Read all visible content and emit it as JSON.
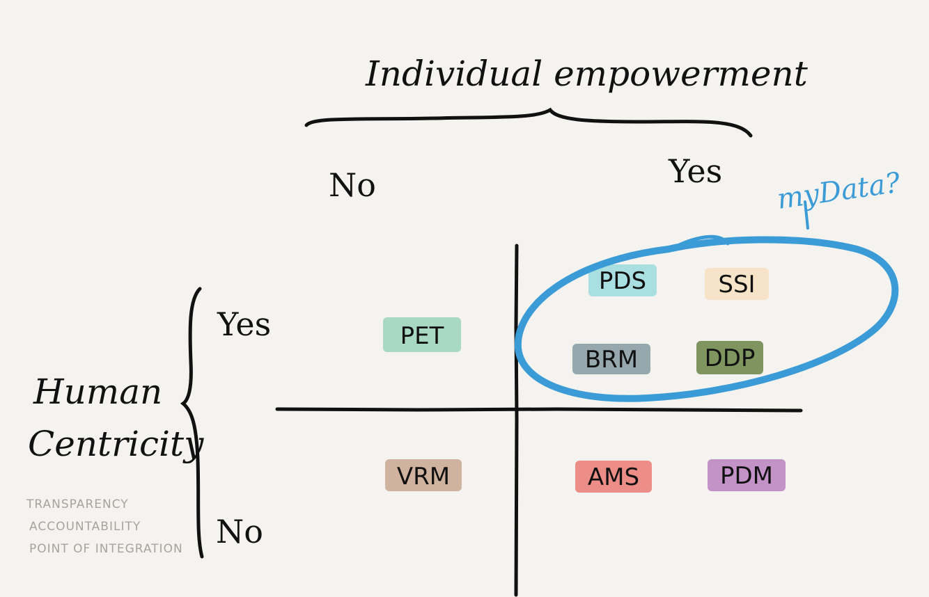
{
  "diagram": {
    "title": "Individual empowerment",
    "columns": {
      "left": "No",
      "right": "Yes"
    },
    "rows": {
      "title_line1": "Human",
      "title_line2": "Centricity",
      "top": "Yes",
      "bottom": "No",
      "notes": [
        "TRANSPARENCY",
        "ACCOUNTABILITY",
        "POINT OF INTEGRATION"
      ]
    },
    "cluster_label": "myData?",
    "tags": [
      {
        "id": "pet",
        "label": "PET",
        "color": "#a9d8c3"
      },
      {
        "id": "pds",
        "label": "PDS",
        "color": "#a9dfe0"
      },
      {
        "id": "ssi",
        "label": "SSI",
        "color": "#f7e3c8"
      },
      {
        "id": "brm",
        "label": "BRM",
        "color": "#96a7ad"
      },
      {
        "id": "ddp",
        "label": "DDP",
        "color": "#7e9560"
      },
      {
        "id": "vrm",
        "label": "VRM",
        "color": "#cfb39f"
      },
      {
        "id": "ams",
        "label": "AMS",
        "color": "#ec8d87"
      },
      {
        "id": "pdm",
        "label": "PDM",
        "color": "#c392c7"
      }
    ],
    "colors": {
      "ink": "#111111",
      "cluster": "#3a9bd6",
      "note": "#a8a29c"
    }
  }
}
